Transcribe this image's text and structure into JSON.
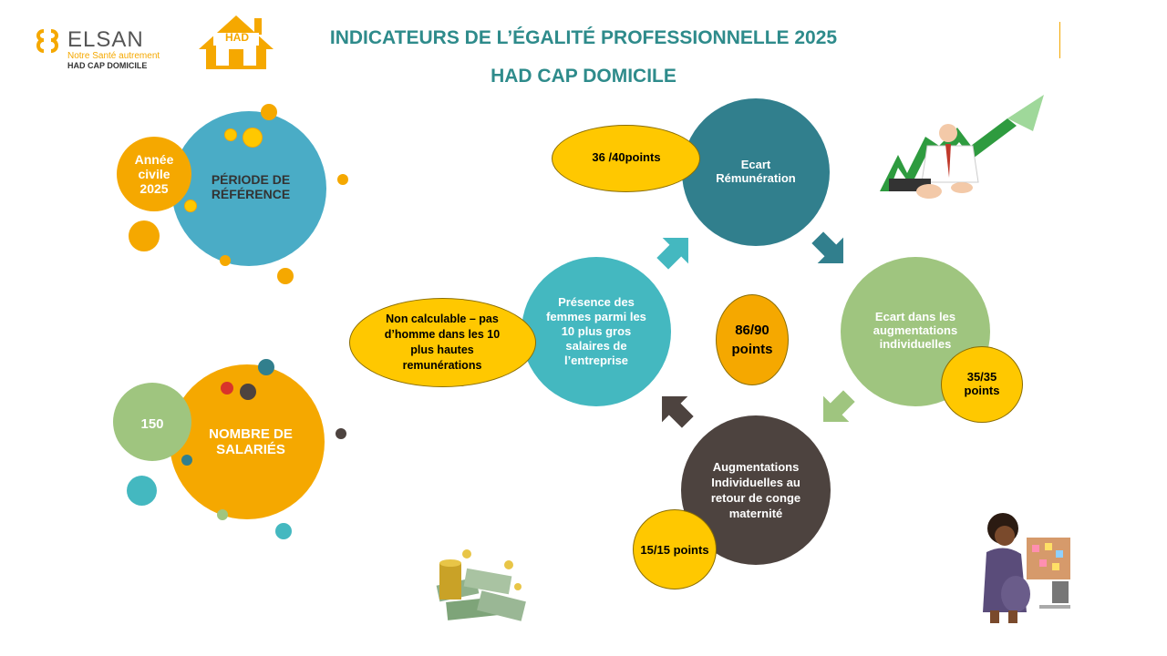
{
  "header": {
    "brand_name": "ELSAN",
    "tagline": "Notre Santé autrement",
    "sub_brand": "HAD CAP DOMICILE",
    "had_logo_text": "HAD",
    "title": "INDICATEURS DE L’ÉGALITÉ PROFESSIONNELLE 2025",
    "subtitle": "HAD CAP DOMICILE"
  },
  "left": {
    "period_label": "PÉRIODE DE RÉFÉRENCE",
    "period_value": "Année civile 2025",
    "employees_label": "NOMBRE DE SALARIÉS",
    "employees_value": "150"
  },
  "cycle": {
    "remuneration": {
      "label": "Ecart Rémunération",
      "score": "36 /40points"
    },
    "augmentations": {
      "label": "Ecart dans les augmentations individuelles",
      "score": "35/35 points"
    },
    "maternite": {
      "label": "Augmentations Individuelles au retour de conge maternité",
      "score": "15/15 points"
    },
    "presence": {
      "label": "Présence des femmes parmi les 10 plus gros salaires de l’entreprise",
      "score": "Non calculable – pas d’homme dans les 10 plus hautes remunérations"
    },
    "total": "86/90 points"
  },
  "colors": {
    "teal_dark": "#317f8d",
    "teal": "#44b8c0",
    "blue": "#4aacc6",
    "orange": "#f5a800",
    "yellow": "#ffc800",
    "green": "#9fc57f",
    "brown": "#4d433f",
    "title": "#2e8b8b"
  }
}
